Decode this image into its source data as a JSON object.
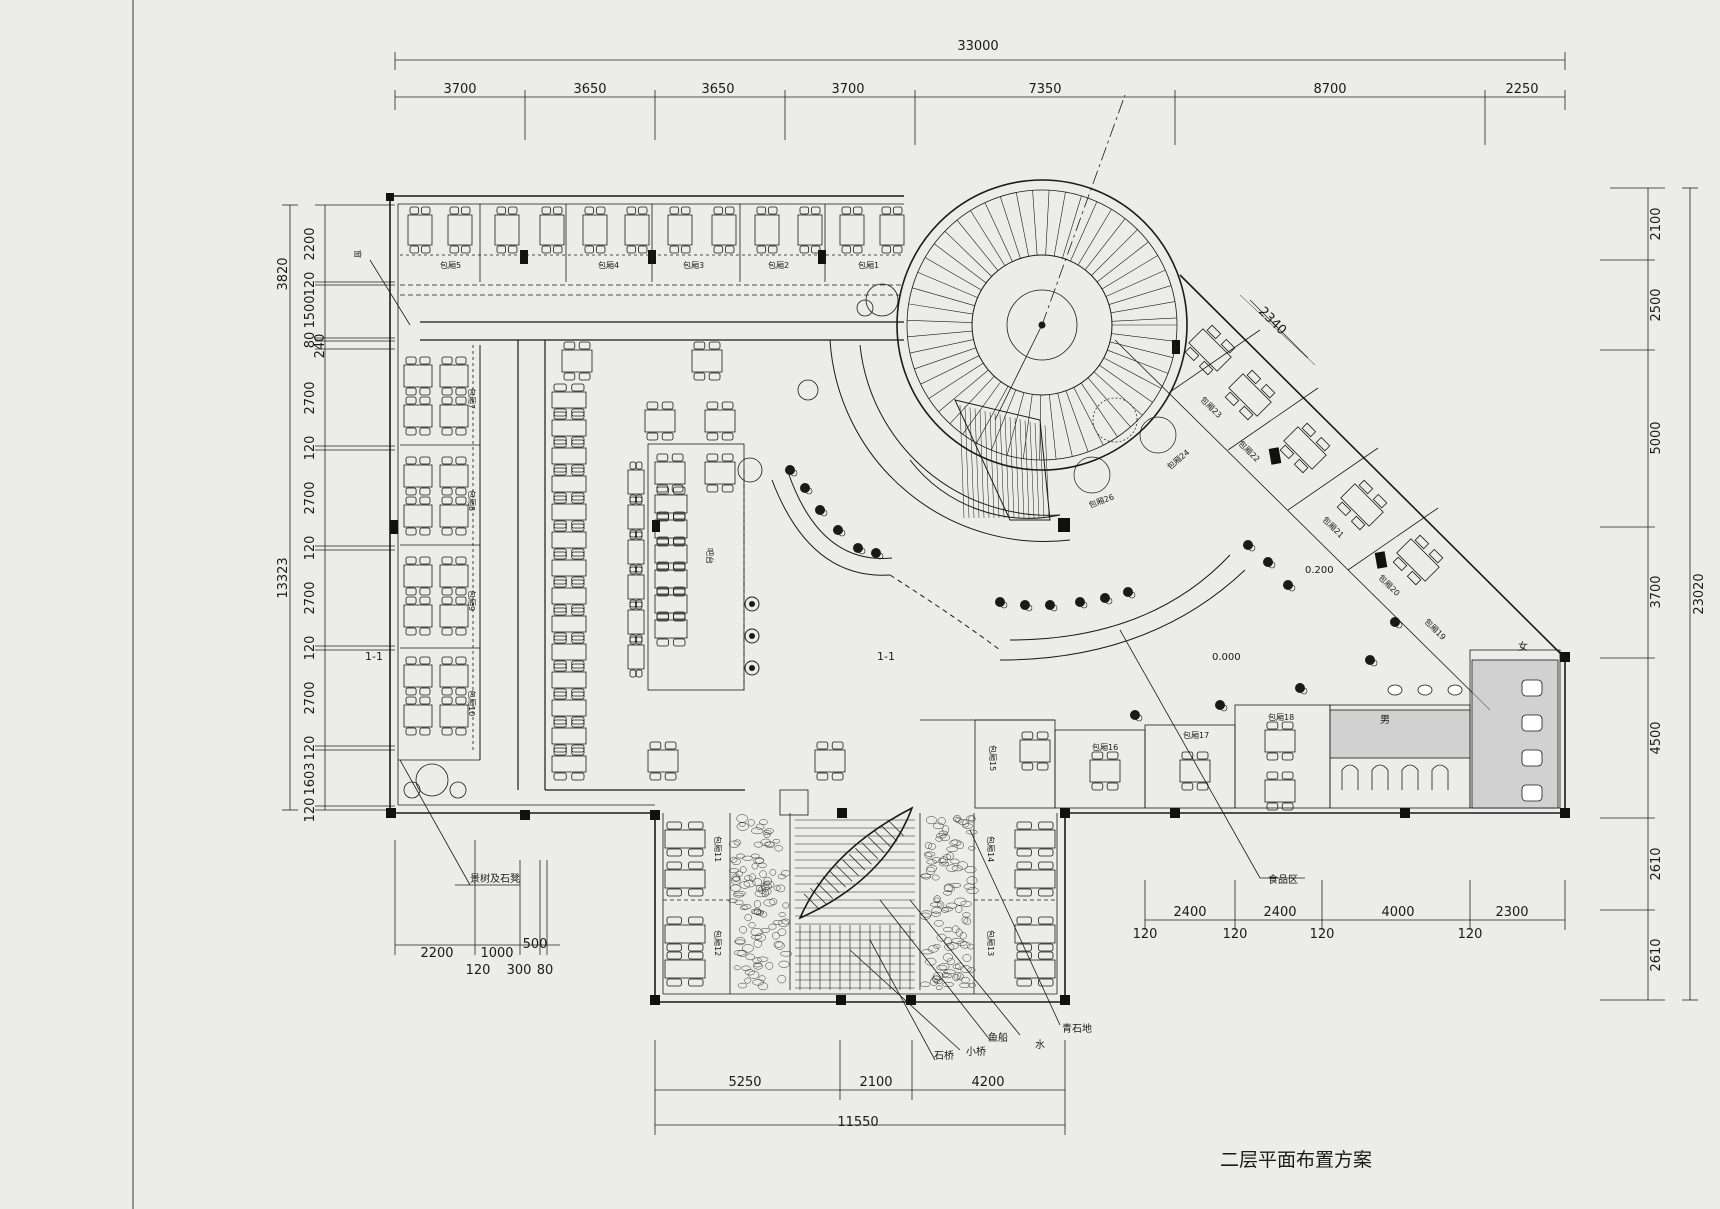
{
  "title": "二层平面布置方案",
  "dims": {
    "top_total": "33000",
    "top_segments": [
      "3700",
      "3650",
      "3650",
      "3700",
      "7350",
      "8700",
      "2250"
    ],
    "right_total": "23020",
    "right_segments": [
      "2100",
      "2500",
      "5000",
      "3700",
      "4500",
      "2610",
      "2610"
    ],
    "left_total": "13323",
    "left_upper": "3820",
    "left_segments": [
      "2200",
      "120",
      "1500",
      "80",
      "240",
      "2700",
      "120",
      "2700",
      "120",
      "2700",
      "120",
      "2700",
      "120",
      "1603",
      "120"
    ],
    "bottom_left_top": [
      "2200",
      "1000",
      "500"
    ],
    "bottom_left_bottom": [
      "120",
      "300",
      "80"
    ],
    "bottom_center_segments": [
      "5250",
      "2100",
      "4200"
    ],
    "bottom_center_total": "11550",
    "bottom_right_top": [
      "2400",
      "2400",
      "4000",
      "2300"
    ],
    "bottom_right_bottom": [
      "120",
      "120",
      "120",
      "120"
    ],
    "diagonal": "2340"
  },
  "rooms": {
    "top": [
      "包厢5",
      "包厢4",
      "包厢3",
      "包厢2",
      "包厢1"
    ],
    "left": [
      "包厢7",
      "包厢8",
      "包厢9",
      "包厢10"
    ],
    "bottom_left": [
      "包厢11",
      "包厢12"
    ],
    "bottom_right": [
      "包厢14",
      "包厢13"
    ],
    "mid_right": [
      "包厢15",
      "包厢16",
      "包厢17",
      "包厢18"
    ],
    "diagonal": [
      "包厢23",
      "包厢22",
      "包厢21",
      "包厢20",
      "包厢19"
    ],
    "round": [
      "包厢26",
      "包厢24"
    ],
    "bar": "吧台",
    "toilets": [
      "女",
      "男"
    ]
  },
  "annotations": {
    "sec_left": "1-1",
    "sec_center": "1-1",
    "elev_a": "0.200",
    "elev_b": "0.000",
    "food_area": "食品区",
    "trees": "景树及石凳",
    "corner": "窗",
    "stone_bridge": "石桥",
    "small_bridge": "小桥",
    "fish_boat": "鱼船",
    "water": "水",
    "pebble": "青石地"
  }
}
